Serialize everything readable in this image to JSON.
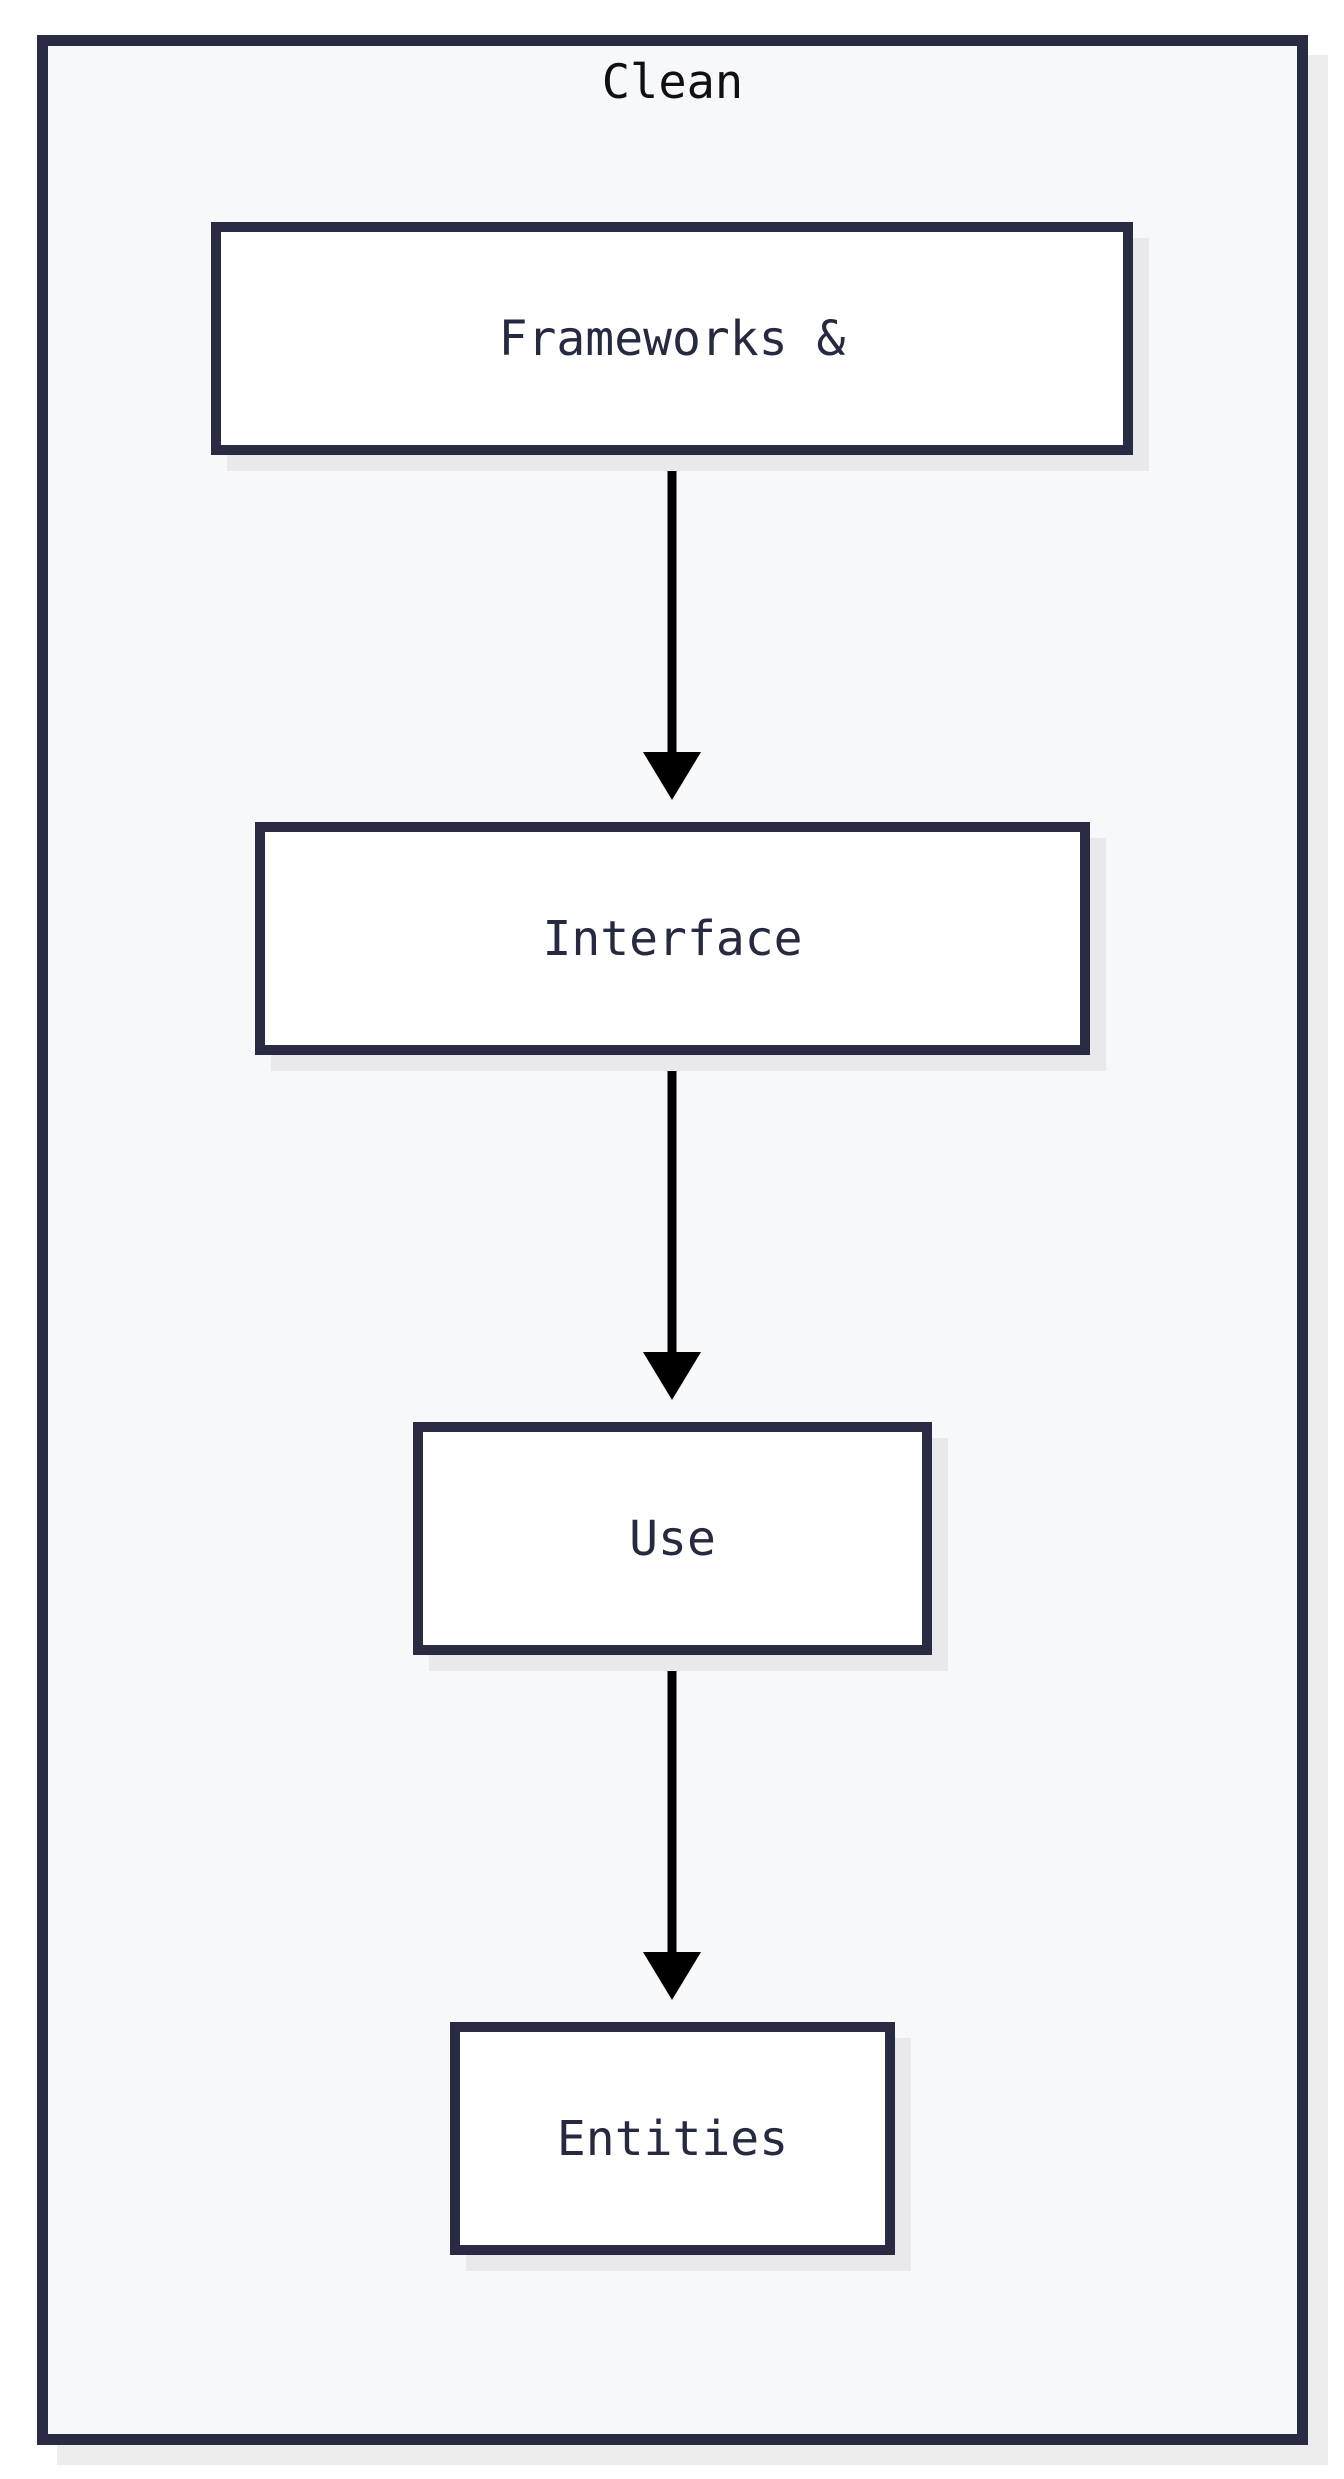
{
  "diagram": {
    "type": "flowchart",
    "direction": "top-to-bottom",
    "title": "Clean",
    "colors": {
      "node_border": "#282b42",
      "node_fill": "#ffffff",
      "cluster_fill": "#f7f8fa",
      "cluster_border": "#282b42",
      "shadow": "#ededed",
      "edge": "#000000",
      "label_text": "#262a40"
    },
    "nodes": [
      {
        "id": "frameworks",
        "label": "Frameworks &"
      },
      {
        "id": "interface",
        "label": "Interface"
      },
      {
        "id": "use",
        "label": "Use"
      },
      {
        "id": "entities",
        "label": "Entities"
      }
    ],
    "edges": [
      {
        "from": "frameworks",
        "to": "interface",
        "arrow": "arrow-down-icon"
      },
      {
        "from": "interface",
        "to": "use",
        "arrow": "arrow-down-icon"
      },
      {
        "from": "use",
        "to": "entities",
        "arrow": "arrow-down-icon"
      }
    ]
  }
}
